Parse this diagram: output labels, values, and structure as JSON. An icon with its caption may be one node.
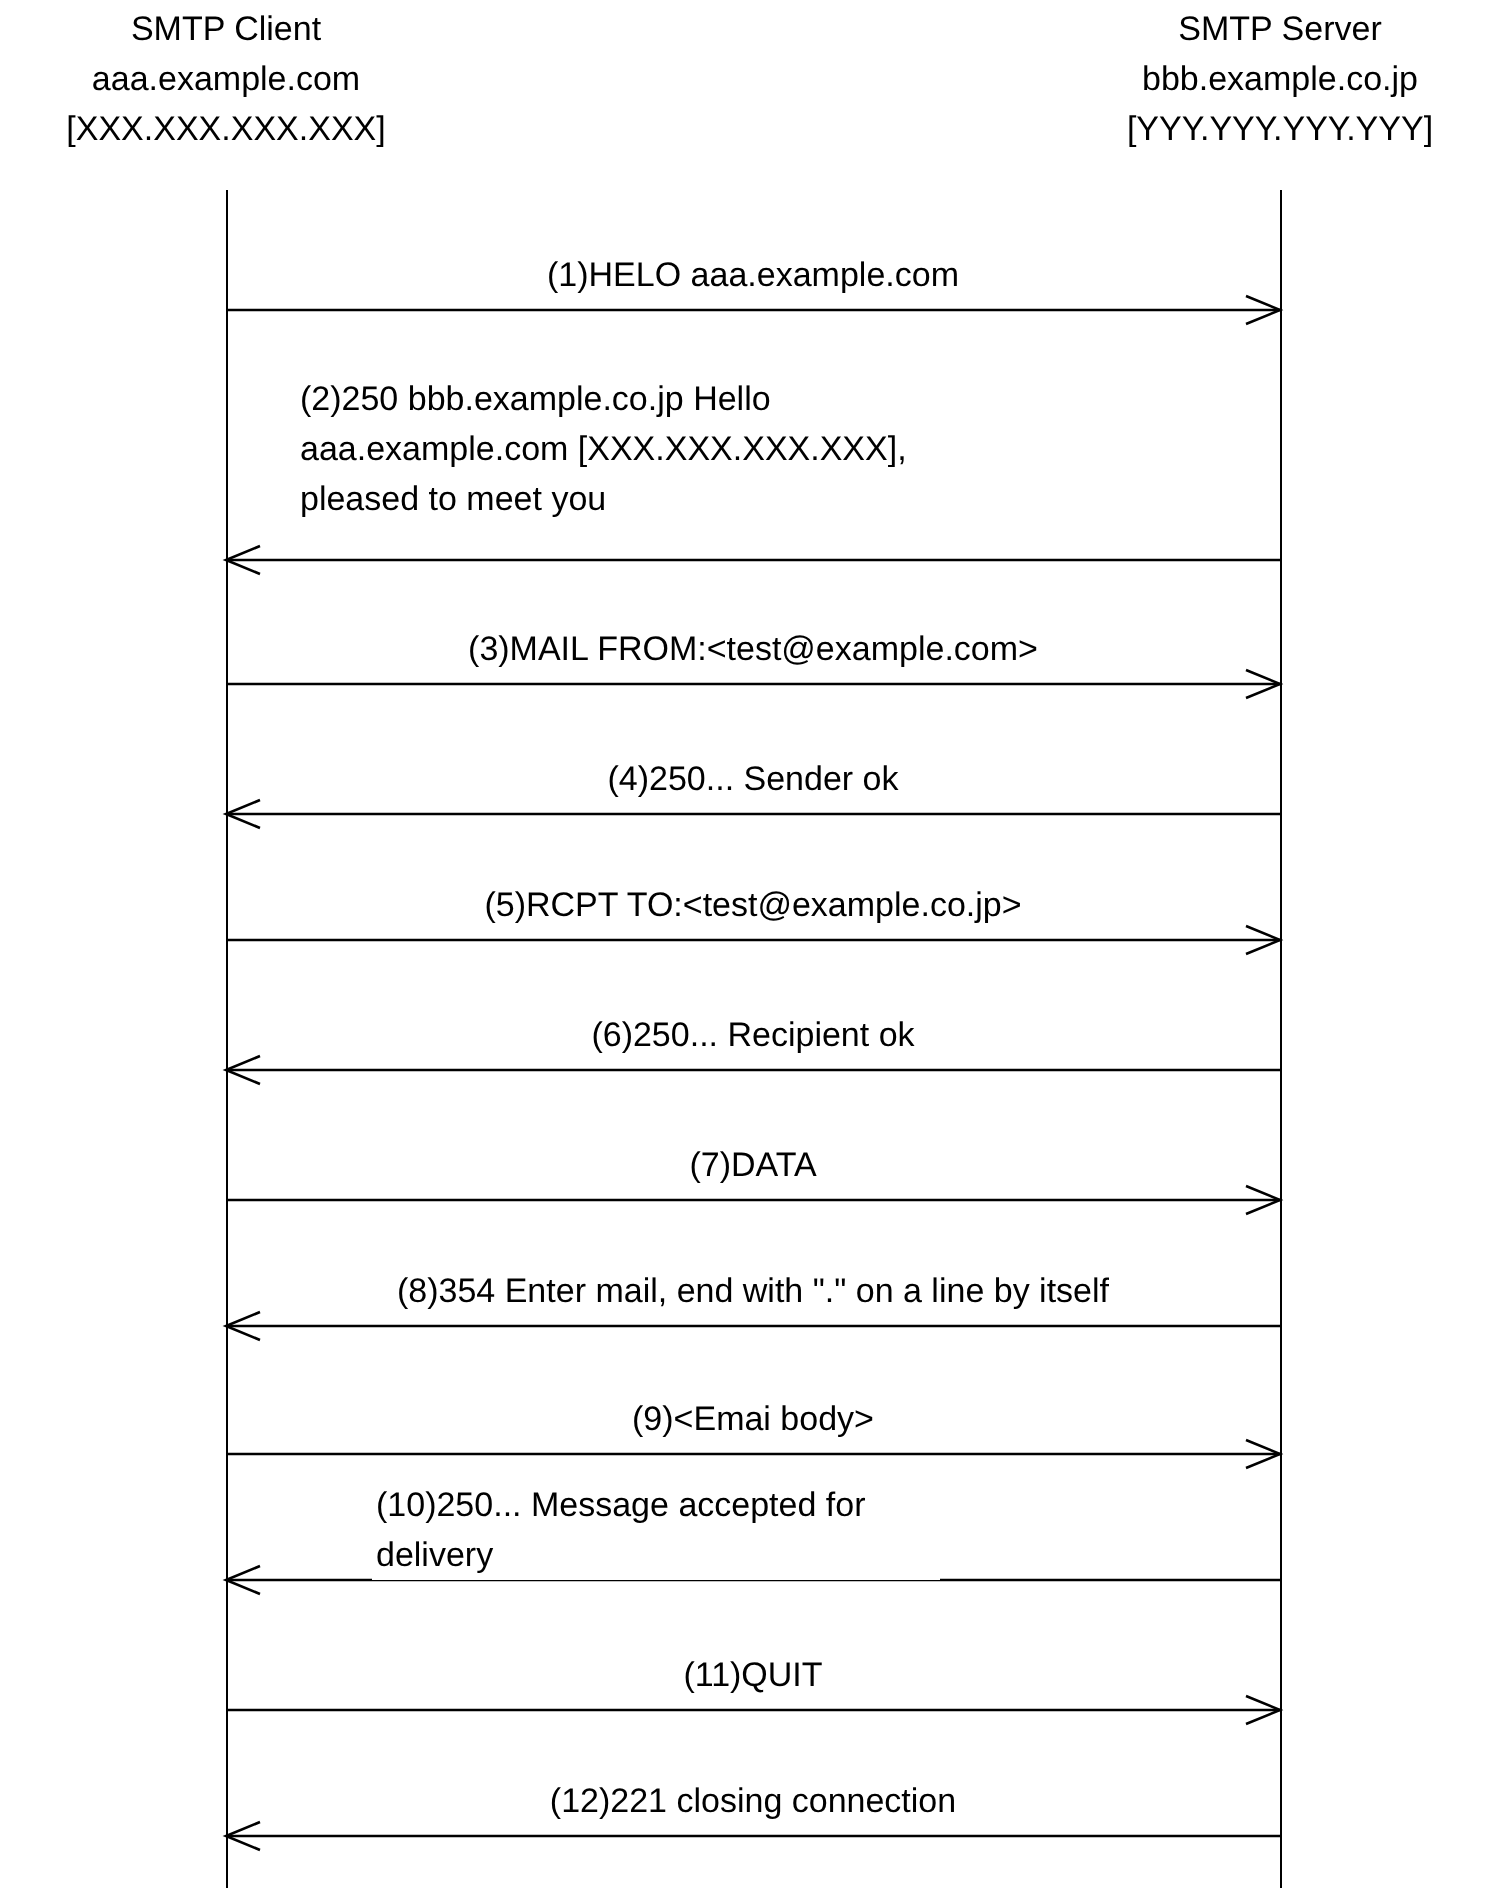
{
  "diagram": {
    "nodes": [
      {
        "text": [
          "SMTP Client",
          "aaa.example.com",
          "[XXX.XXX.XXX.XXX]"
        ]
      },
      {
        "text": [
          "SMTP Server",
          "bbb.example.co.jp",
          "[YYY.YYY.YYY.YYY]"
        ]
      }
    ],
    "edges": [
      {
        "from": 0,
        "to": 1,
        "arrow": "to",
        "label": "(1)HELO aaa.example.com"
      },
      {
        "from": 1,
        "to": 0,
        "arrow": "to",
        "label": "(2)250 bbb.example.co.jp Hello aaa.example.com [XXX.XXX.XXX.XXX], pleased to meet you"
      },
      {
        "from": 0,
        "to": 1,
        "arrow": "to",
        "label": "(3)MAIL FROM:<test@example.com>"
      },
      {
        "from": 1,
        "to": 0,
        "arrow": "to",
        "label": "(4)250... Sender ok"
      },
      {
        "from": 0,
        "to": 1,
        "arrow": "to",
        "label": "(5)RCPT TO:<test@example.co.jp>"
      },
      {
        "from": 1,
        "to": 0,
        "arrow": "to",
        "label": "(6)250... Recipient ok"
      },
      {
        "from": 0,
        "to": 1,
        "arrow": "to",
        "label": "(7)DATA"
      },
      {
        "from": 1,
        "to": 0,
        "arrow": "to",
        "label": "(8)354 Enter mail, end with \".\" on a line by itself"
      },
      {
        "from": 0,
        "to": 1,
        "arrow": "to",
        "label": "(9)<Emai body>"
      },
      {
        "from": 1,
        "to": 0,
        "arrow": "to",
        "label": "(10)250... Message accepted for delivery"
      },
      {
        "from": 0,
        "to": 1,
        "arrow": "to",
        "label": "(11)QUIT"
      },
      {
        "from": 1,
        "to": 0,
        "arrow": "to",
        "label": "(12)221 closing connection"
      }
    ]
  }
}
